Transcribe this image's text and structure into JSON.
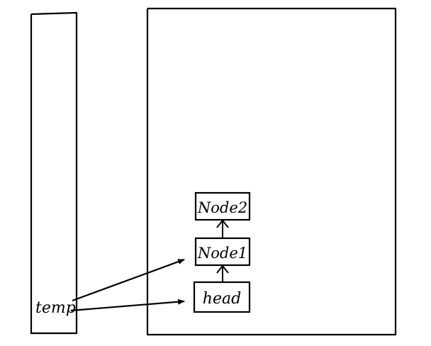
{
  "diagram": {
    "panels": {
      "stack": {
        "label": ""
      },
      "heap": {
        "label": ""
      }
    },
    "variable": {
      "label": "temp"
    },
    "nodes": [
      {
        "id": "node2",
        "label": "Node2"
      },
      {
        "id": "node1",
        "label": "Node1"
      },
      {
        "id": "head",
        "label": "head"
      }
    ],
    "links": [
      {
        "from": "node1",
        "to": "node2"
      },
      {
        "from": "head",
        "to": "node1"
      }
    ],
    "pointers": [
      {
        "from": "temp",
        "to": "node1"
      },
      {
        "from": "temp",
        "to": "head"
      }
    ],
    "colors": {
      "ink": "#000000",
      "background": "#ffffff"
    }
  }
}
